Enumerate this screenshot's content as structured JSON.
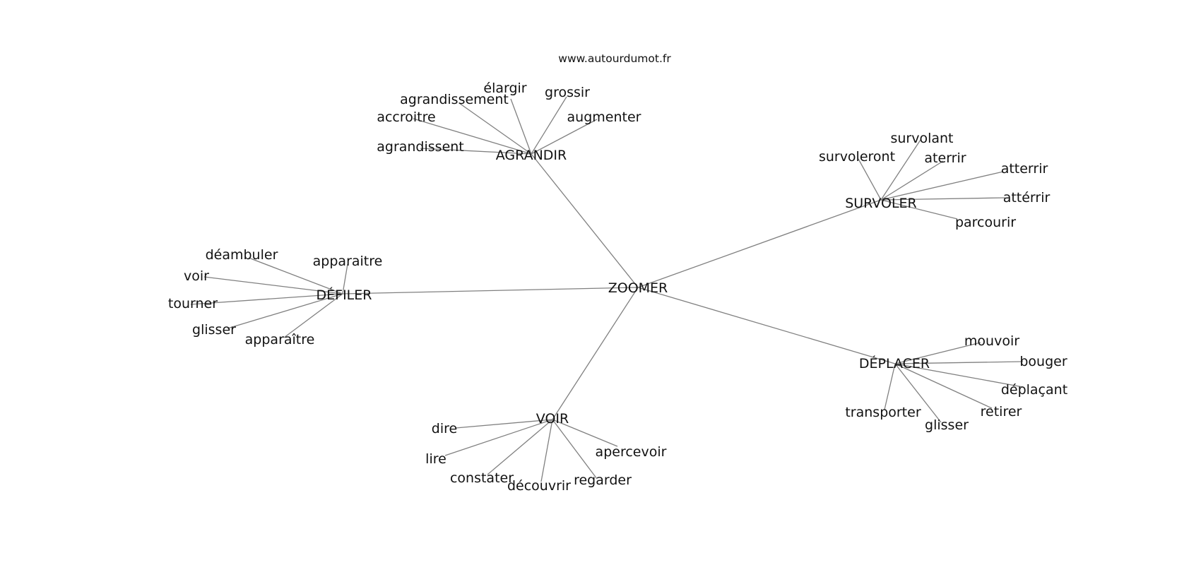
{
  "header": {
    "source": "www.autourdumot.fr"
  },
  "graph": {
    "center": "ZOOMER",
    "clusters": [
      {
        "hub": "AGRANDIR",
        "words": [
          "élargir",
          "grossir",
          "agrandissement",
          "accroitre",
          "augmenter",
          "agrandissent"
        ]
      },
      {
        "hub": "SURVOLER",
        "words": [
          "survolant",
          "survoleront",
          "aterrir",
          "atterrir",
          "attérrir",
          "parcourir"
        ]
      },
      {
        "hub": "DÉFILER",
        "words": [
          "déambuler",
          "apparaitre",
          "voir",
          "tourner",
          "glisser",
          "apparaître"
        ]
      },
      {
        "hub": "DÉPLACER",
        "words": [
          "mouvoir",
          "bouger",
          "déplaçant",
          "retirer",
          "transporter",
          "glisser"
        ]
      },
      {
        "hub": "VOIR",
        "words": [
          "dire",
          "lire",
          "apercevoir",
          "constater",
          "découvrir",
          "regarder"
        ]
      }
    ]
  },
  "colors": {
    "edge": "#808080",
    "text": "#111111",
    "background": "#ffffff"
  }
}
